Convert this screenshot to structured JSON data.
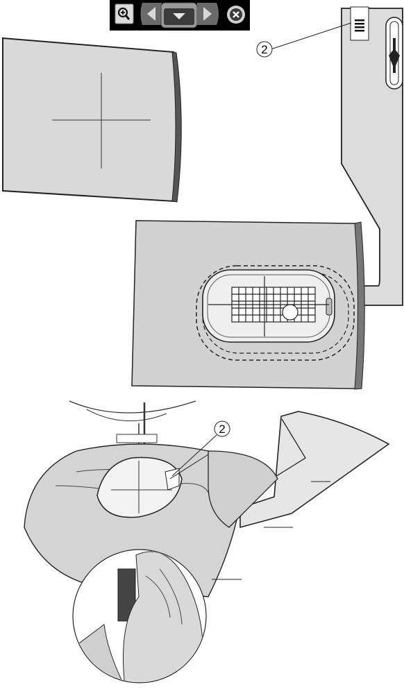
{
  "toolbar": {
    "buttons": [
      {
        "name": "zoom-in-button",
        "icon": "zoom-in-icon"
      },
      {
        "name": "previous-button",
        "icon": "chevron-left-icon"
      },
      {
        "name": "menu-dropdown-button",
        "icon": "chevron-down-icon"
      },
      {
        "name": "next-button",
        "icon": "chevron-right-icon"
      },
      {
        "name": "close-button",
        "icon": "close-icon"
      }
    ]
  },
  "callouts": {
    "top": "2",
    "bottom": "2"
  },
  "colors": {
    "fabric": "#d4d4d4",
    "fabric_dark": "#8a8a8a",
    "outline": "#222222",
    "toolbar_bg": "#000000",
    "toolbar_btn": "#6a6a6a",
    "toolbar_active": "#dcdcdc"
  }
}
